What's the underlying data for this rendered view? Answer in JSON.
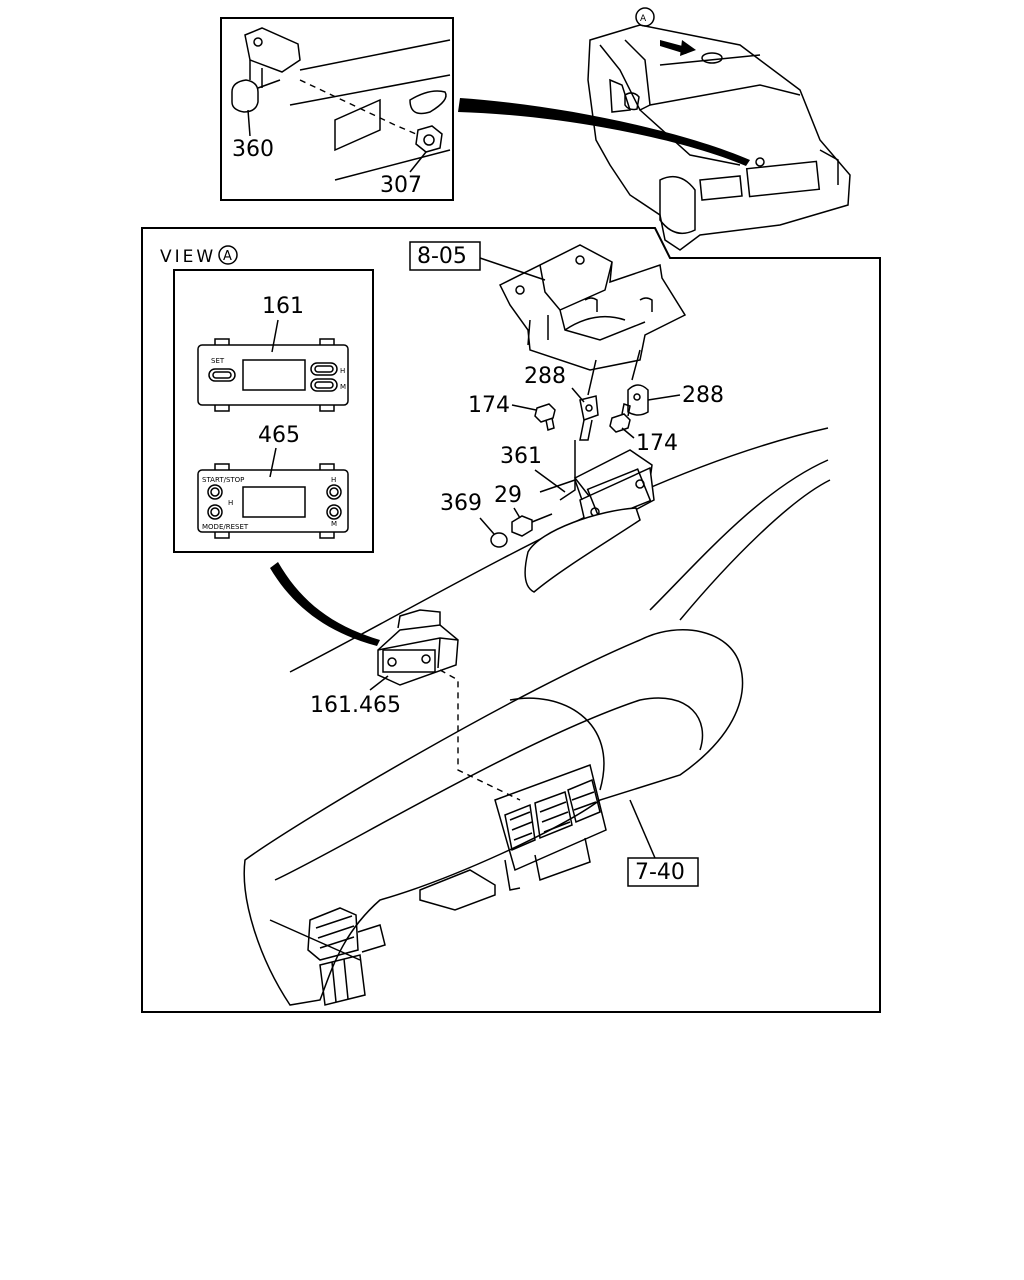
{
  "view_label": "VIEW",
  "circle_marker": "A",
  "callouts": {
    "c360": "360",
    "c307": "307",
    "c805": "8-05",
    "c288a": "288",
    "c288b": "288",
    "c174a": "174",
    "c174b": "174",
    "c361": "361",
    "c29": "29",
    "c369": "369",
    "c161": "161",
    "c465": "465",
    "c161_465": "161.465",
    "c740": "7-40"
  },
  "panel161": {
    "set_label": "SET",
    "h_label": "H",
    "m_label": "M"
  },
  "panel465": {
    "start_stop_label": "START/STOP",
    "mode_reset_label": "MODE/RESET",
    "h_left_label": "H",
    "h_right_label": "H",
    "m_label": "M"
  }
}
